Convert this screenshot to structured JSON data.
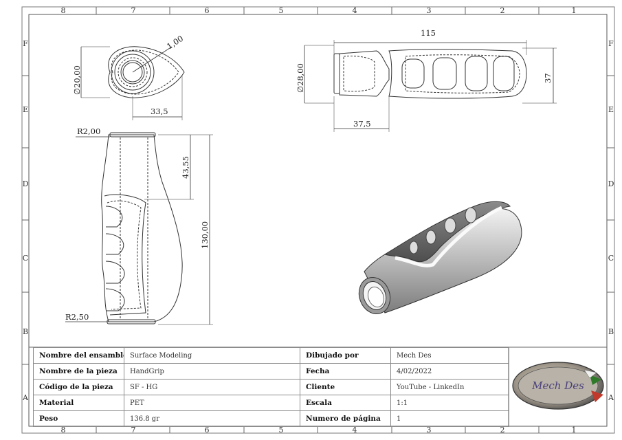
{
  "border": {
    "columns_top": [
      "8",
      "7",
      "6",
      "5",
      "4",
      "3",
      "2",
      "1"
    ],
    "columns_bottom": [
      "8",
      "7",
      "6",
      "5",
      "4",
      "3",
      "2",
      "1"
    ],
    "rows_left": [
      "F",
      "E",
      "D",
      "C",
      "B",
      "A"
    ],
    "rows_right": [
      "F",
      "E",
      "D",
      "C",
      "B",
      "A"
    ]
  },
  "dimensions": {
    "end_diameter": "∅20,00",
    "wall_thickness": "1,00",
    "end_width": "33,5",
    "top_length": "115",
    "top_diameter": "∅28,00",
    "top_height": "37",
    "top_offset": "37,5",
    "radius_top": "R2,00",
    "radius_bottom": "R2,50",
    "front_upper_length": "43,55",
    "front_total_length": "130,00"
  },
  "title_block": {
    "rows": [
      {
        "label": "Nombre del ensamble",
        "value": "Surface Modeling",
        "label2": "Dibujado por",
        "value2": "Mech Des"
      },
      {
        "label": "Nombre de la pieza",
        "value": "HandGrip",
        "label2": "Fecha",
        "value2": "4/02/2022"
      },
      {
        "label": "Código de la pieza",
        "value": "SF - HG",
        "label2": "Cliente",
        "value2": "YouTube - LinkedIn"
      },
      {
        "label": "Material",
        "value": "PET",
        "label2": "Escala",
        "value2": "1:1"
      },
      {
        "label": "Peso",
        "value": "136.8 gr",
        "label2": "Numero de página",
        "value2": "1"
      }
    ],
    "logo_text": "Mech Des"
  }
}
